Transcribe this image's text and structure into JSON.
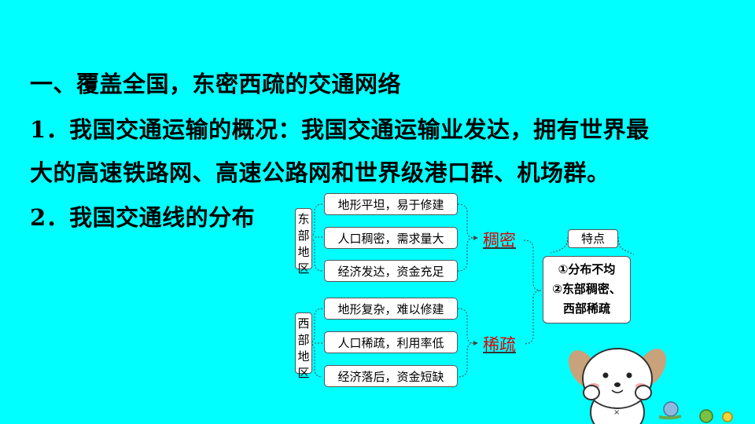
{
  "heading": "一、覆盖全国，东密西疏的交通网络",
  "point1_line1": "1．我国交通运输的概况：我国交通运输业发达，拥有世界最",
  "point1_line2": "大的高速铁路网、高速公路网和世界级港口群、机场群。",
  "point2": "2．我国交通线的分布",
  "diagram": {
    "east": {
      "region": "东部地区",
      "factors": [
        "地形平坦，易于修建",
        "人口稠密，需求量大",
        "经济发达，资金充足"
      ],
      "result": "稠密"
    },
    "west": {
      "region": "西部地区",
      "factors": [
        "地形复杂，难以修建",
        "人口稀疏，利用率低",
        "经济落后，资金短缺"
      ],
      "result": "稀疏"
    },
    "feature_title": "特点",
    "features": [
      "①分布不均",
      "②东部稠密、",
      "西部稀疏"
    ]
  },
  "colors": {
    "background": "#00FFFF",
    "keyword": "#E00000",
    "box_border": "#555555"
  }
}
